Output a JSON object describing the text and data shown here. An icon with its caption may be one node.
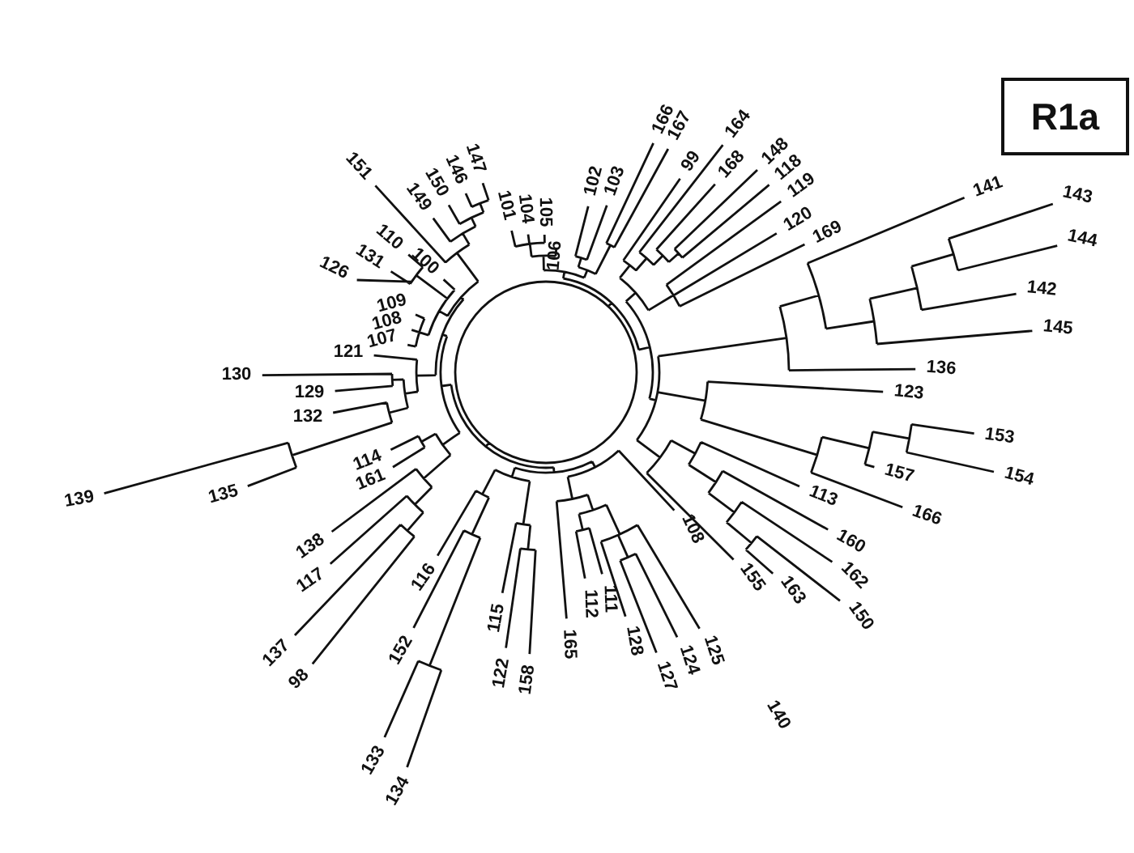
{
  "diagram": {
    "nodes": [
      {
        "text": [
          "R1a"
        ]
      }
    ],
    "labels": [
      "101",
      "104",
      "105",
      "106",
      "102",
      "103",
      "166",
      "167",
      "99",
      "164",
      "168",
      "148",
      "118",
      "119",
      "120",
      "169",
      "141",
      "143",
      "144",
      "142",
      "145",
      "136",
      "123",
      "153",
      "154",
      "157",
      "166",
      "113",
      "160",
      "162",
      "150",
      "163",
      "155",
      "108",
      "140",
      "125",
      "124",
      "127",
      "128",
      "111",
      "112",
      "165",
      "158",
      "122",
      "115",
      "134",
      "133",
      "152",
      "116",
      "98",
      "137",
      "117",
      "138",
      "161",
      "114",
      "135",
      "139",
      "132",
      "129",
      "130",
      "121",
      "107",
      "108",
      "109",
      "126",
      "131",
      "110",
      "100",
      "151",
      "149",
      "150",
      "146",
      "147"
    ]
  }
}
